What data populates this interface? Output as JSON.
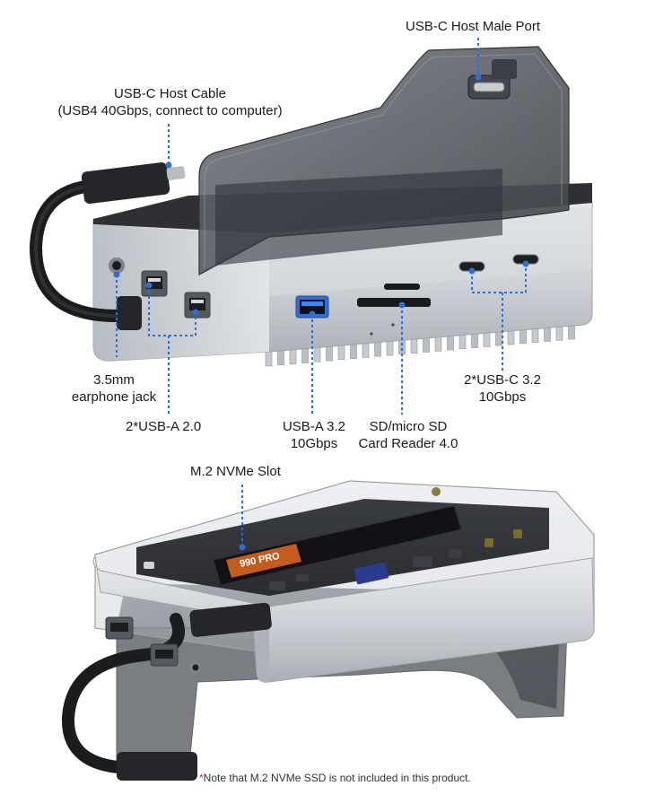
{
  "labels": {
    "male_port": "USB-C Host Male Port",
    "host_cable": [
      "USB-C Host Cable",
      "(USB4 40Gbps, connect to computer)"
    ],
    "earphone": [
      "3.5mm",
      "earphone jack"
    ],
    "usb_a2": "2*USB-A 2.0",
    "usb_a3": [
      "USB-A 3.2",
      "10Gbps"
    ],
    "sd_reader": [
      "SD/micro SD",
      "Card Reader 4.0"
    ],
    "usb_c": [
      "2*USB-C 3.2",
      "10Gbps"
    ],
    "nvme_slot": "M.2 NVMe Slot"
  },
  "note": {
    "star": "*",
    "text": "Note that M.2 NVMe SSD is not included in this product."
  },
  "ssd_label": "990 PRO",
  "colors": {
    "callout_blue": "#2f6fd1",
    "aluminum": "#c9cdd2",
    "smoked_acrylic": "#5b6066",
    "usb3_blue": "#2c6fd6",
    "note_star": "#e0242a"
  }
}
